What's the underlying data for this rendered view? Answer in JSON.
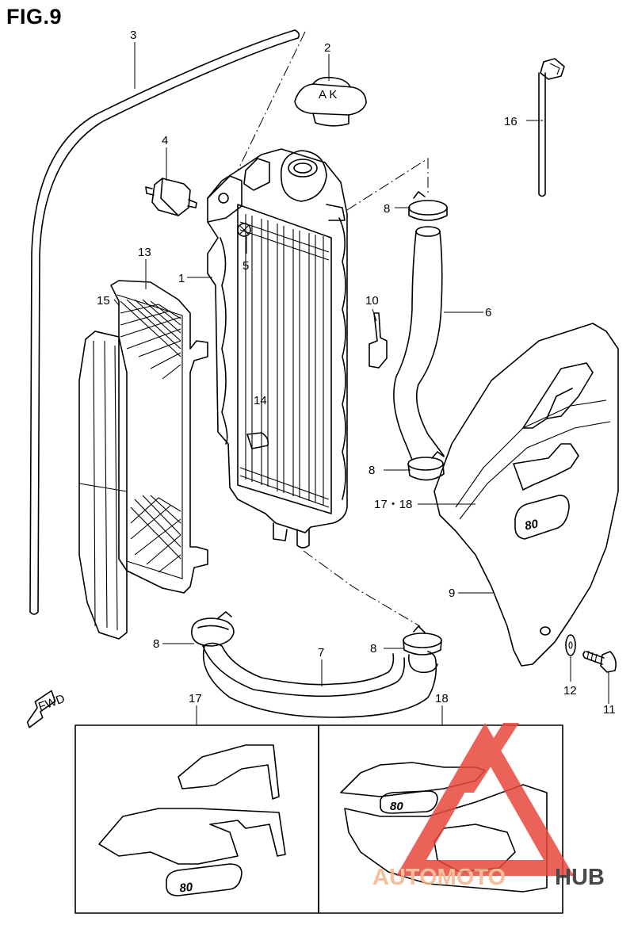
{
  "title": "FIG.9",
  "callouts": {
    "p1": "1",
    "p2": "2",
    "p3": "3",
    "p4": "4",
    "p5": "5",
    "p6": "6",
    "p7": "7",
    "p8a": "8",
    "p8b": "8",
    "p8c": "8",
    "p8d": "8",
    "p9": "9",
    "p10": "10",
    "p11": "11",
    "p12": "12",
    "p13": "13",
    "p14": "14",
    "p15": "15",
    "p16": "16",
    "p17": "17",
    "p17_18": "17・18",
    "p18": "18"
  },
  "fwd_label": "FWD",
  "decal_text": "80",
  "cap_text": "A K",
  "watermark": {
    "part1": "AUTOMOTO",
    "part2": "HUB",
    "color1": "#f5b38a",
    "color2": "#2a2a2a",
    "logo_color": "#e8473c"
  }
}
